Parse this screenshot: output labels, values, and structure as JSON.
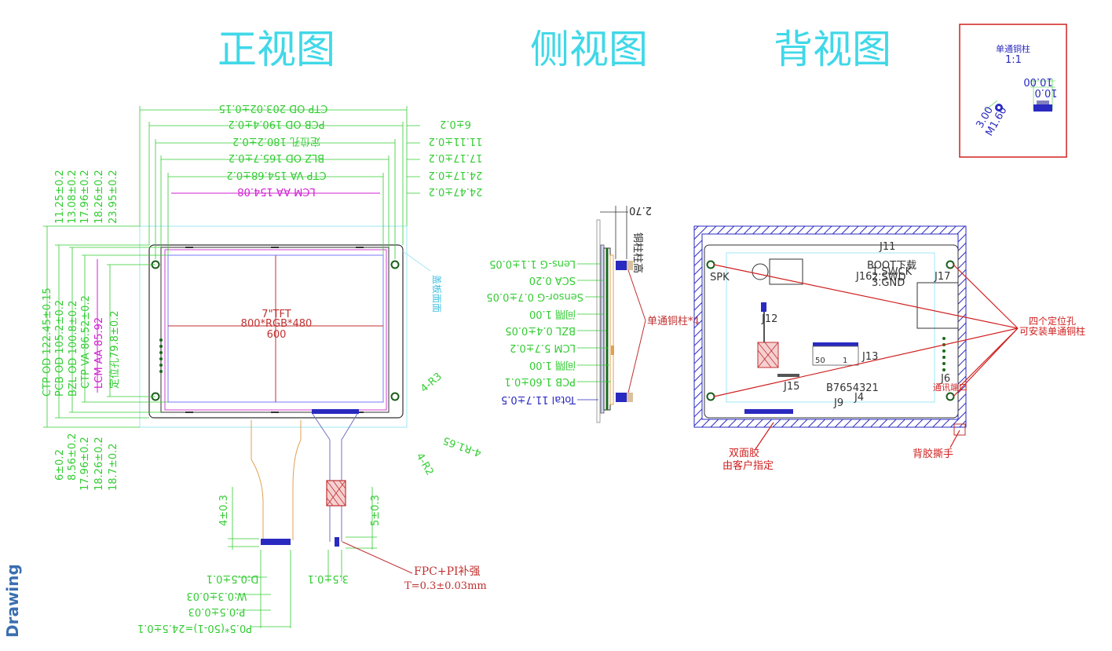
{
  "titles": {
    "front": "正视图",
    "side": "侧视图",
    "back": "背视图"
  },
  "side_tab": "Drawing",
  "front": {
    "top_dims": [
      "CTP OD 203.02±0.15",
      "PCB OD 190.4±0.2",
      "定位孔 180.2±0.2",
      "BLZ OD 165.7±0.2",
      "CTP VA 154.68±0.2",
      "LCM AA 154.08"
    ],
    "right_dims": [
      "6±0.2",
      "11.11±0.2",
      "17.17±0.2",
      "24.17±0.2",
      "24.47±0.2"
    ],
    "left_top_dims": [
      "11.25±0.2",
      "13.08±0.2",
      "17.96±0.2",
      "18.26±0.2",
      "23.95±0.2"
    ],
    "left_mid_dims": [
      "CTP OD 122.45±0.15",
      "PCB OD 105.2±0.2",
      "BZL OD 100.8±0.2",
      "CTP VA 86.52±0.2",
      "LCM AA 85.92",
      "定位孔79.8±0.2"
    ],
    "left_bottom_dims": [
      "6±0.2",
      "8.56±0.2",
      "17.96±0.2",
      "18.26±0.2",
      "18.7±0.2"
    ],
    "center_text": [
      "7\"TFT",
      "800*RGB*480",
      "600"
    ],
    "radius_labels": [
      "4-R3",
      "4-R1.65",
      "4-R2"
    ],
    "cover_note": "盖板面面",
    "fpc_dims": [
      "4±0.3",
      "5±0.3",
      "3.5±0.1",
      "D:0.5±0.1",
      "W:0.3±0.03",
      "P:0.5±0.03",
      "P0.5*(50-1)=24.5±0.1"
    ],
    "fpc_note": [
      "FPC+PI补强",
      "T=0.3±0.03mm"
    ]
  },
  "side": {
    "top_dim": "2.70",
    "top_note": "铜柱柱高",
    "layers": [
      "Lens-G 1.1±0.05",
      "SCA 0.20",
      "Sensor-G 0.7±0.05",
      "间隔 1.00",
      "BZL 0.4±0.05",
      "LCM 5.7±0.2",
      "间隔 1.00",
      "PCB 1.60±0.1",
      "Total 11.7±0.5"
    ],
    "stud_note": "单通铜柱*4"
  },
  "back": {
    "labels": [
      "J11",
      "J16",
      "J17",
      "J12",
      "J13",
      "J15",
      "J4",
      "J9",
      "J6",
      "SPK",
      "BOOT下载",
      "1.SWCK",
      "2.SWD",
      "3.GND",
      "50",
      "1",
      "B7654321"
    ],
    "notes": [
      "四个定位孔",
      "可安装单通铜柱",
      "通讯端口",
      "双面胶",
      "由客户指定",
      "背胶撕手"
    ]
  },
  "detail": {
    "title": "单通铜柱",
    "scale": "1:1",
    "dims": [
      "10.00",
      "10.0",
      "3.00",
      "M1.60"
    ]
  }
}
